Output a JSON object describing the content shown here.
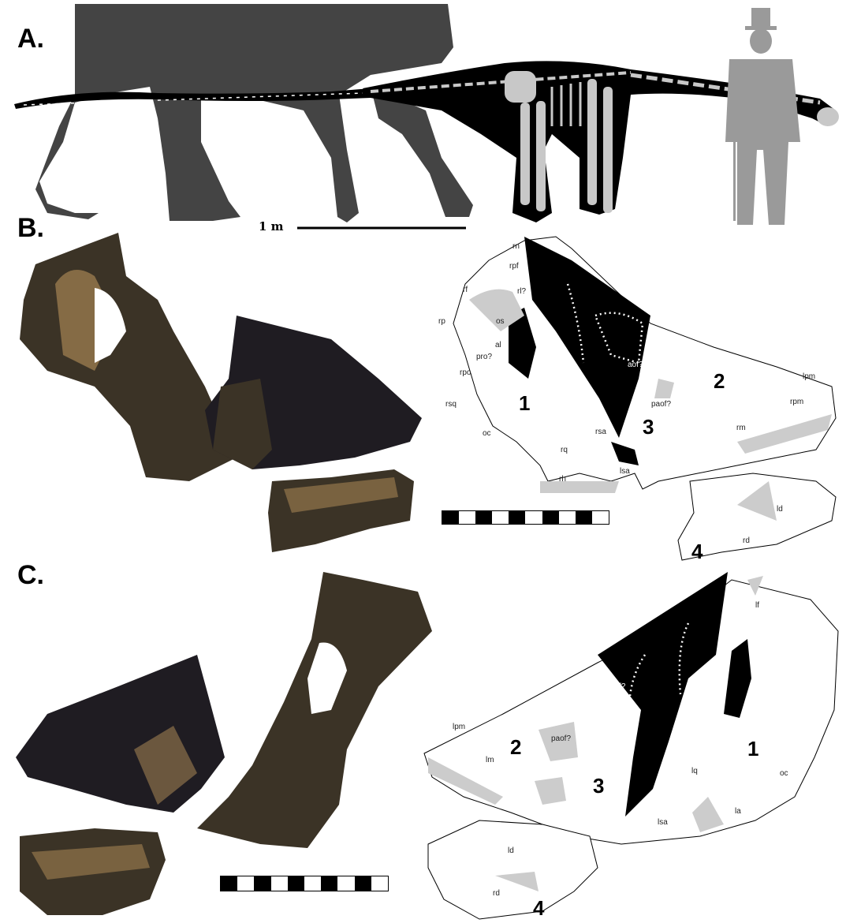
{
  "panels": {
    "a": {
      "letter": "A.",
      "scale_text": "1 m"
    },
    "b": {
      "letter": "B.",
      "labels": [
        "rn",
        "rpf",
        "rf",
        "rl?",
        "rp",
        "os",
        "al",
        "pro?",
        "rpo",
        "aof?",
        "lpm",
        "rpm",
        "paof?",
        "rsq",
        "rsa",
        "rm",
        "oc",
        "rq",
        "lsa",
        "rh",
        "ld",
        "rd"
      ],
      "numbers": [
        "1",
        "2",
        "3",
        "4"
      ]
    },
    "c": {
      "letter": "C.",
      "labels": [
        "lf",
        "aof?",
        "lpm",
        "paof?",
        "lm",
        "lq",
        "oc",
        "la",
        "lsa",
        "ld",
        "rd"
      ],
      "numbers": [
        "1",
        "2",
        "3",
        "4"
      ]
    }
  },
  "colors": {
    "silhouette": "#444444",
    "skeleton_body": "#000000",
    "bone": "#c8c8c8",
    "human": "#9a9a9a",
    "fossil": "#3b3326",
    "matrix": "#b8915a",
    "infill": "#cccccc"
  },
  "scale_bar": {
    "segments": 10,
    "pattern": [
      "black",
      "white"
    ]
  }
}
